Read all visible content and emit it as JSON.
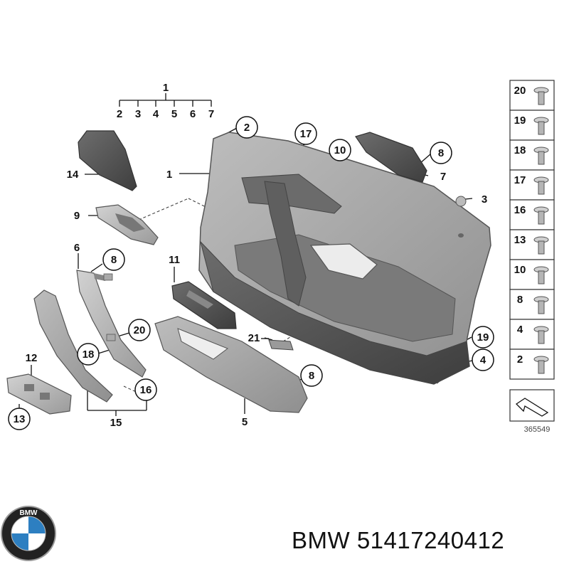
{
  "diagram": {
    "callouts": {
      "c1_top": "1",
      "c2": "2",
      "c3": "3",
      "c4": "4",
      "c5": "5",
      "c6": "6",
      "c7": "7",
      "c2_door": "2",
      "c17": "17",
      "c10": "10",
      "c8_handle": "8",
      "c7_handle": "7",
      "c3_clip": "3",
      "c14": "14",
      "c1_door": "1",
      "c9": "9",
      "c6_left": "6",
      "c8_left": "8",
      "c11": "11",
      "c20": "20",
      "c18": "18",
      "c21": "21",
      "c19": "19",
      "c4_right": "4",
      "c12": "12",
      "c16": "16",
      "c8_arm": "8",
      "c13": "13",
      "c15": "15",
      "c5_bottom": "5"
    },
    "legend": [
      "20",
      "19",
      "18",
      "17",
      "16",
      "13",
      "10",
      "8",
      "4",
      "2"
    ],
    "reference_number": "365549"
  },
  "footer": {
    "brand_logo_text": "BMW",
    "title": "BMW 51417240412"
  }
}
